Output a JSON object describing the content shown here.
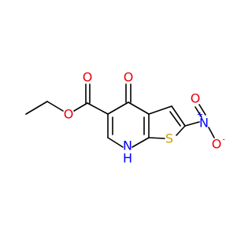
{
  "molecule": {
    "atoms": {
      "carbonyl_o": {
        "label": "O",
        "color": "#e8000b"
      },
      "ester_o_double": {
        "label": "O",
        "color": "#e8000b"
      },
      "ester_o_single": {
        "label": "O",
        "color": "#e8000b"
      },
      "ring_nh": {
        "label": "H",
        "color": "#0000ff"
      },
      "ring_nh_n": {
        "label": "N",
        "color": "#0000ff"
      },
      "thiophene_s": {
        "label": "S",
        "color": "#c8a000"
      },
      "nitro_n": {
        "label": "N",
        "color": "#0000ff",
        "charge": "+"
      },
      "nitro_o_minus": {
        "label": "O",
        "color": "#e8000b",
        "charge": "-"
      },
      "nitro_o_double": {
        "label": "O",
        "color": "#e8000b"
      }
    }
  }
}
